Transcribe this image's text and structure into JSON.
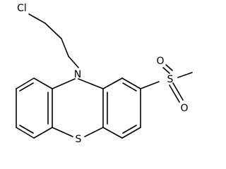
{
  "molecule": {
    "atoms": {
      "chlorine": "Cl",
      "nitrogen": "N",
      "sulfur_ring": "S",
      "sulfur_sulfonyl": "S",
      "oxygen_upper": "O",
      "oxygen_lower": "O"
    },
    "colors": {
      "bond": "#000000",
      "label": "#000000",
      "background": "#ffffff"
    }
  }
}
